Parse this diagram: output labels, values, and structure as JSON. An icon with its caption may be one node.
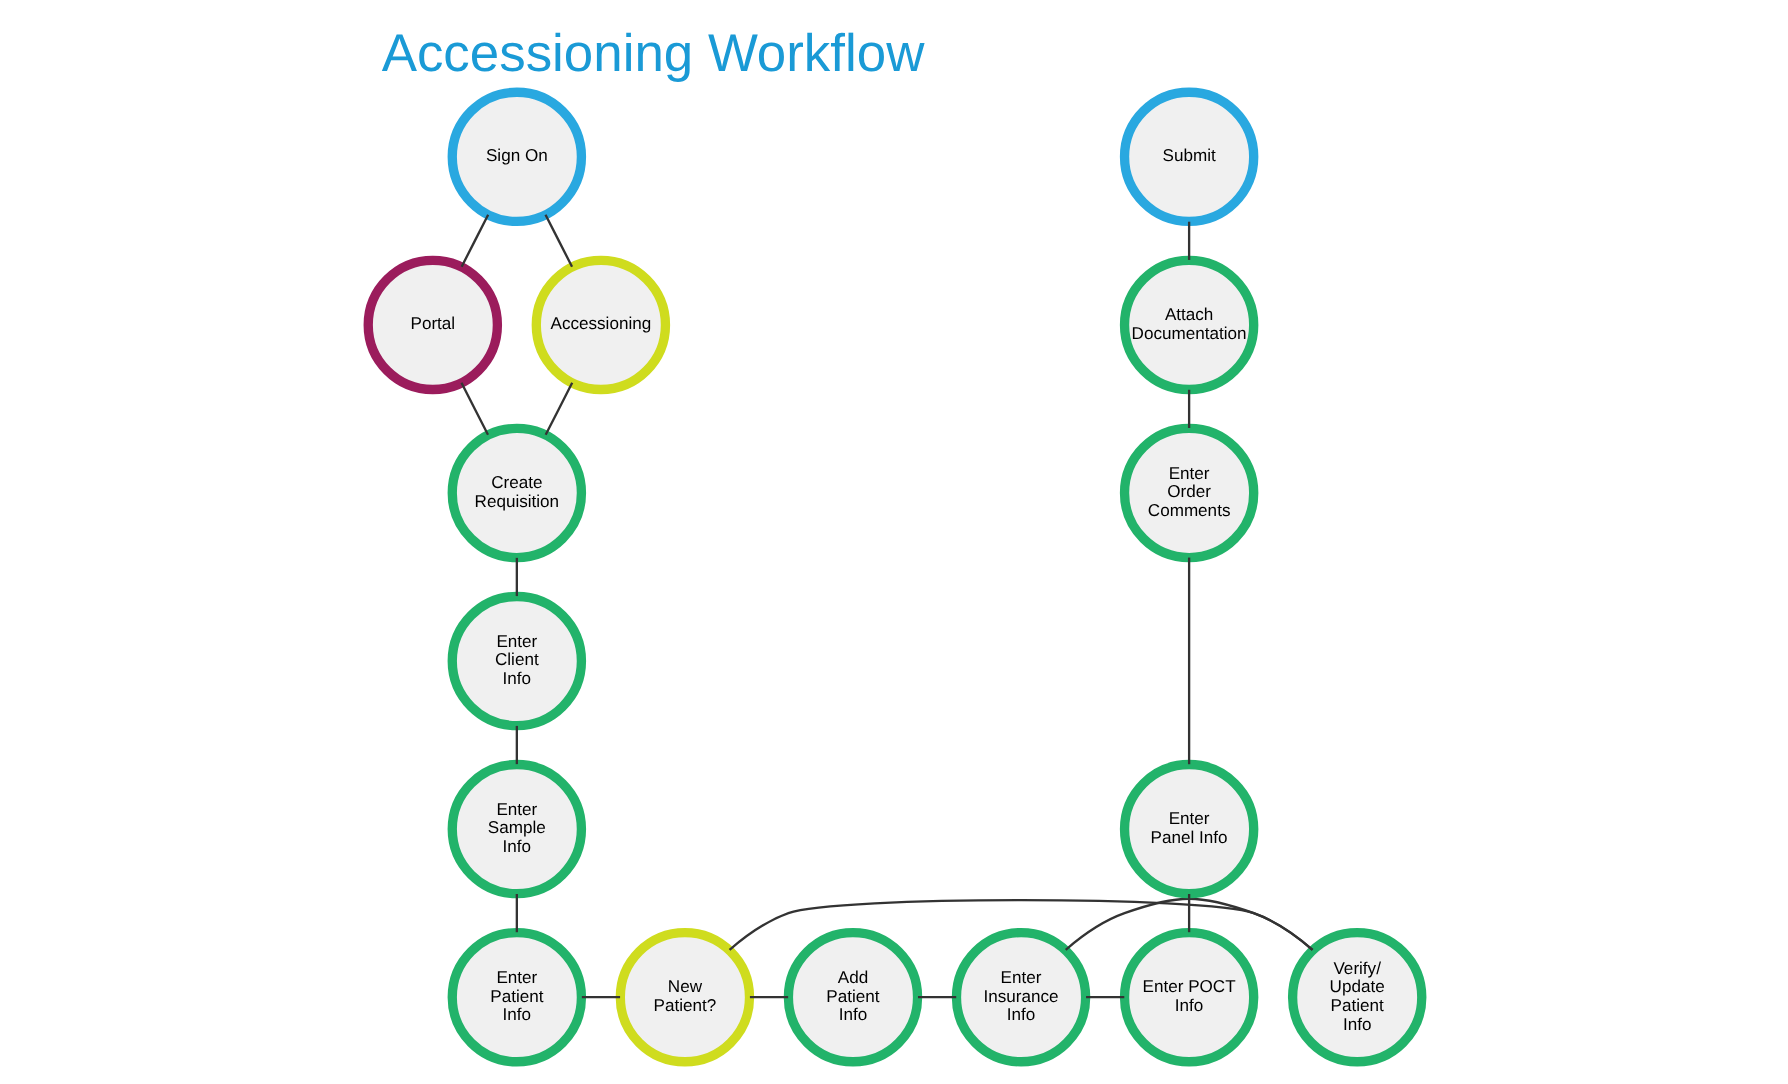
{
  "diagram": {
    "title": "Accessioning Workflow",
    "nodes": [
      {
        "text": [
          "Sign On"
        ]
      },
      {
        "text": [
          "Portal"
        ]
      },
      {
        "text": [
          "Accessioning"
        ]
      },
      {
        "text": [
          "Create Requisition"
        ]
      },
      {
        "text": [
          "Enter Client Info"
        ]
      },
      {
        "text": [
          "Enter Sample Info"
        ]
      },
      {
        "text": [
          "Enter Patient Info"
        ]
      },
      {
        "text": [
          "New Patient?"
        ]
      },
      {
        "text": [
          "Add Patient Info"
        ]
      },
      {
        "text": [
          "Verify/ Update Patient Info"
        ]
      },
      {
        "text": [
          "Enter Insurance Info"
        ]
      },
      {
        "text": [
          "Enter POCT Info"
        ]
      },
      {
        "text": [
          "Enter Panel Info"
        ]
      },
      {
        "text": [
          "Enter Order Comments"
        ]
      },
      {
        "text": [
          "Attach Documentation"
        ]
      },
      {
        "text": [
          "Submit"
        ]
      }
    ],
    "edges": [
      {
        "from": 0,
        "to": 1,
        "arrow": "none"
      },
      {
        "from": 0,
        "to": 2,
        "arrow": "none"
      },
      {
        "from": 1,
        "to": 3,
        "arrow": "none"
      },
      {
        "from": 2,
        "to": 3,
        "arrow": "none"
      },
      {
        "from": 3,
        "to": 4,
        "arrow": "none"
      },
      {
        "from": 4,
        "to": 5,
        "arrow": "none"
      },
      {
        "from": 5,
        "to": 6,
        "arrow": "none"
      },
      {
        "from": 6,
        "to": 7,
        "arrow": "none"
      },
      {
        "from": 7,
        "to": 8,
        "arrow": "none"
      },
      {
        "from": 7,
        "to": 9,
        "arrow": "none"
      },
      {
        "from": 8,
        "to": 10,
        "arrow": "none"
      },
      {
        "from": 9,
        "to": 10,
        "arrow": "none"
      },
      {
        "from": 10,
        "to": 11,
        "arrow": "none"
      },
      {
        "from": 11,
        "to": 12,
        "arrow": "none"
      },
      {
        "from": 12,
        "to": 13,
        "arrow": "none"
      },
      {
        "from": 13,
        "to": 14,
        "arrow": "none"
      },
      {
        "from": 14,
        "to": 15,
        "arrow": "none"
      }
    ]
  }
}
